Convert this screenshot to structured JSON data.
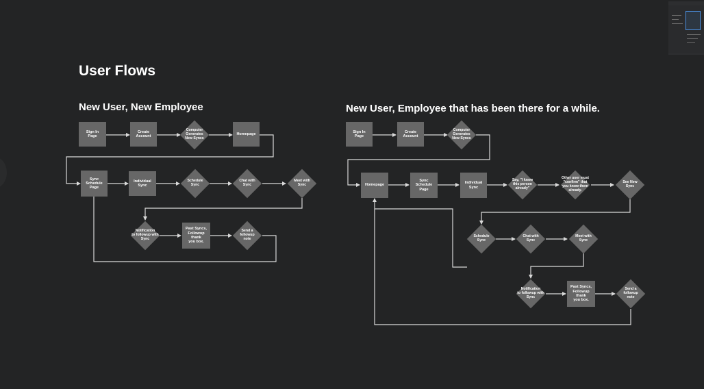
{
  "canvas": {
    "title": "User Flows",
    "background": "#232425",
    "node_color": "#676767",
    "connector_color": "#d9d9d9"
  },
  "flows": [
    {
      "title": "New User, New Employee",
      "nodes": {
        "sign_in": "Sign In\nPage",
        "create_account": "Create\nAccount",
        "computer_generates": "Computer\nGenerates\nNew Syncs",
        "homepage": "Homepage",
        "sync_schedule": "Sync\nSchedule\nPage",
        "individual_sync": "Individual\nSync",
        "schedule_sync": "Schedule\nSync",
        "chat_with_sync": "Chat with\nSync",
        "meet_with_sync": "Meet with\nSync",
        "notification": "Notification\nto followup with\nSync",
        "past_syncs": "Past Syncs,\nFollowup thank\nyou box.",
        "send_followup": "Send a\nfollowup\nnote"
      }
    },
    {
      "title": "New User, Employee that has been there for a while.",
      "nodes": {
        "sign_in": "Sign In\nPage",
        "create_account": "Create\nAccount",
        "computer_generates": "Computer\nGenerates\nNew Syncs",
        "homepage": "Homepage",
        "sync_schedule": "Sync\nSchedule\nPage",
        "individual_sync": "Individual\nSync",
        "say_i_know": "Say, \"I know\nthis person\nalready\"",
        "other_user_confirms": "Other user must\n\"confirm\" that\nyou know them\nalready.",
        "see_new_sync": "See New\nSync",
        "schedule_sync": "Schedule\nSync",
        "chat_with_sync": "Chat with\nSync",
        "meet_with_sync": "Meet with\nSync",
        "notification": "Notification\nto followup with\nSync",
        "past_syncs": "Past Syncs,\nFollowup thank\nyou box.",
        "send_followup": "Send a\nfollowup\nnote"
      }
    }
  ]
}
